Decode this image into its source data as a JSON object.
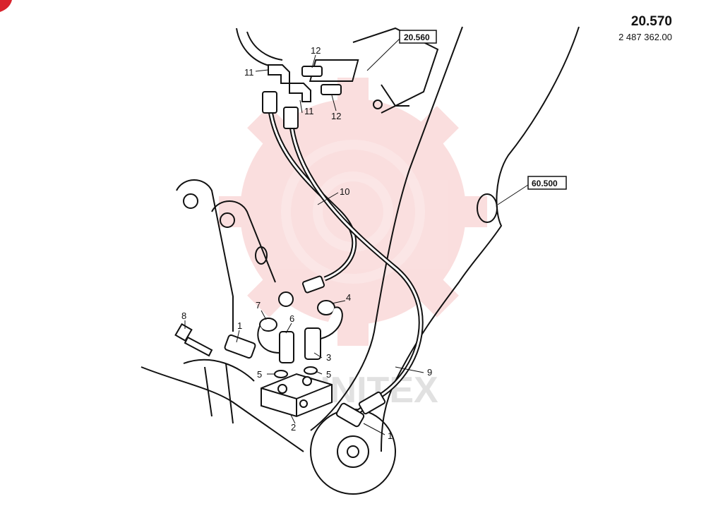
{
  "header": {
    "page_code": "20.570",
    "part_number": "2 487 362.00"
  },
  "references": {
    "ref_a": "20.560",
    "ref_b": "60.500"
  },
  "watermark": {
    "text": "UNITEX",
    "color": "#e23b3b"
  },
  "callouts": {
    "c1a": "1",
    "c1b": "1",
    "c2": "2",
    "c3": "3",
    "c4": "4",
    "c5a": "5",
    "c5b": "5",
    "c6": "6",
    "c7": "7",
    "c8": "8",
    "c9": "9",
    "c10": "10",
    "c11a": "11",
    "c11b": "11",
    "c12a": "12",
    "c12b": "12"
  },
  "colors": {
    "line": "#111111",
    "corner_mark": "#d9232d"
  }
}
